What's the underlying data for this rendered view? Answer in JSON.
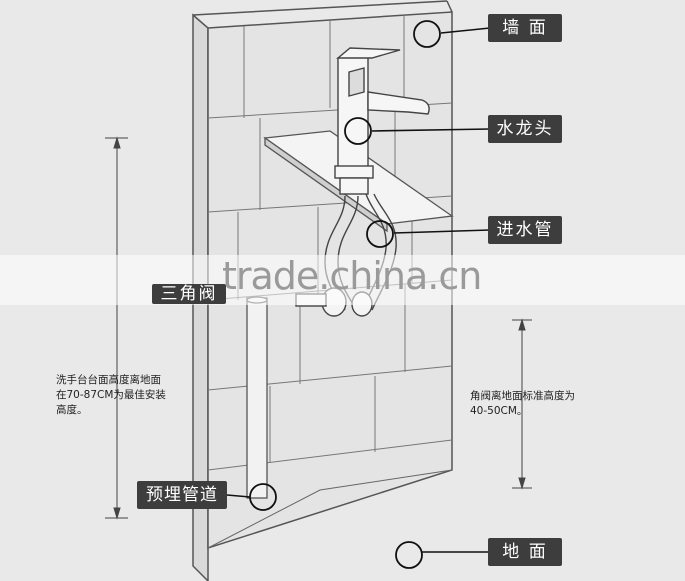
{
  "labels": {
    "wall": "墙 面",
    "faucet": "水龙头",
    "inlet_pipe": "进水管",
    "angle_valve": "三角阀",
    "embedded_pipe": "预埋管道",
    "floor": "地 面"
  },
  "notes": {
    "basin_height": [
      "洗手台台面高度离地面",
      "在70-87CM为最佳安装",
      "高度。"
    ],
    "valve_height": [
      "角阀离地面标准高度为",
      "40-50CM。"
    ]
  },
  "watermark": "trade.china.cn"
}
